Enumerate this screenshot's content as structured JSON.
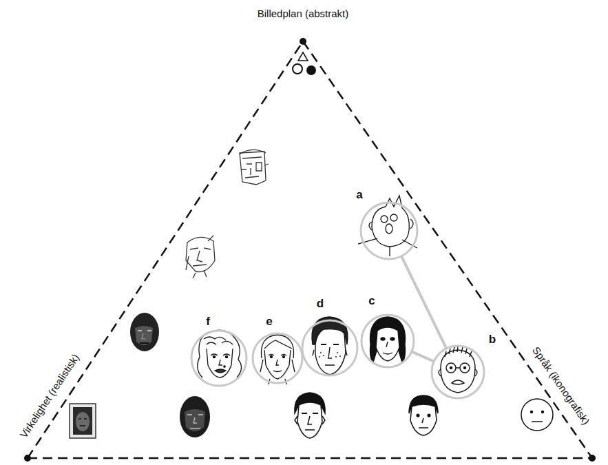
{
  "diagram": {
    "nodes": [
      {
        "text": [
          "a"
        ]
      },
      {
        "text": [
          "b"
        ]
      },
      {
        "text": [
          "c"
        ]
      },
      {
        "text": [
          "d"
        ]
      },
      {
        "text": [
          "e"
        ]
      },
      {
        "text": [
          "f"
        ]
      }
    ],
    "edges": [
      {
        "from": 0,
        "to": 1,
        "arrow": "none"
      },
      {
        "from": 1,
        "to": 2,
        "arrow": "none"
      }
    ],
    "labels": [
      "Billedplan (abstrakt)",
      "Virkelighet (realistisk)",
      "Språk (ikonografisk)"
    ]
  }
}
